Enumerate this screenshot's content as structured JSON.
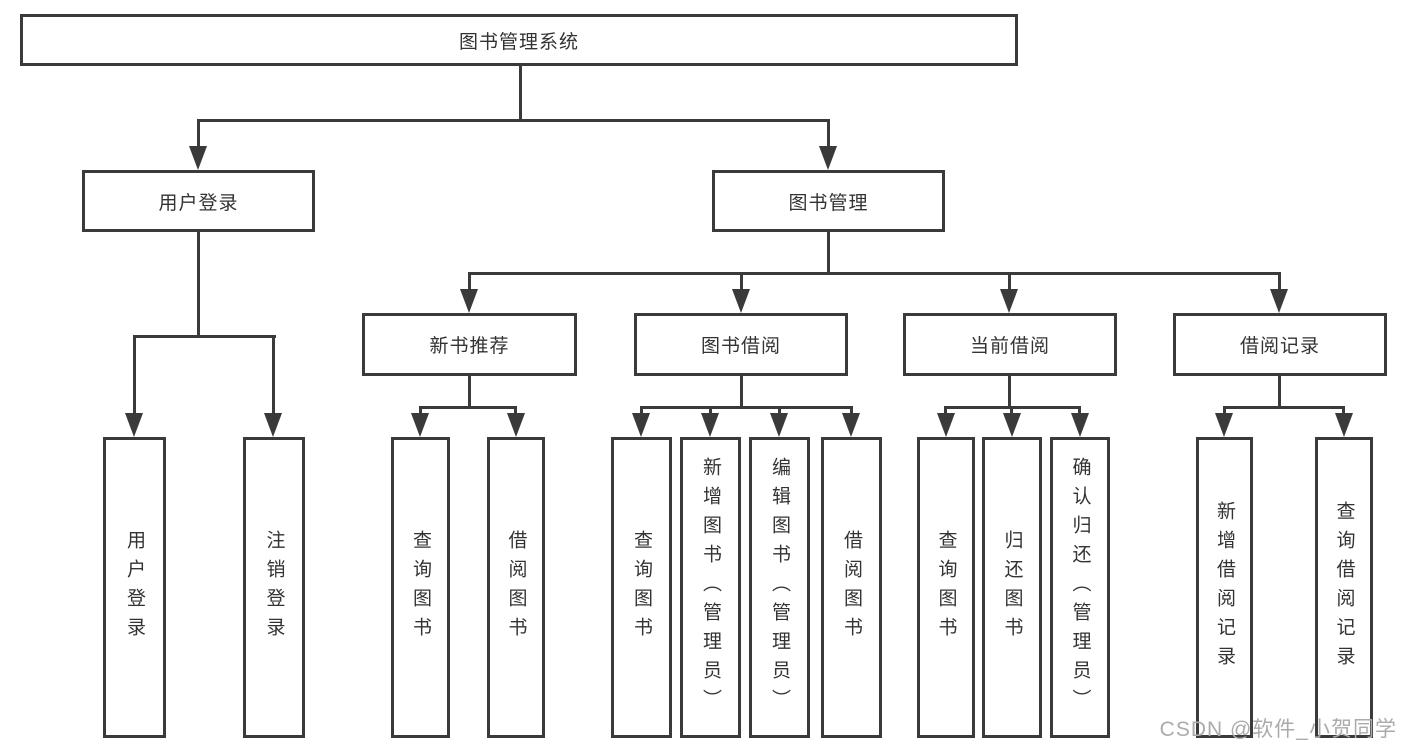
{
  "tree": {
    "label": "图书管理系统",
    "children": [
      {
        "label": "用户登录",
        "children": [
          {
            "label": "用户登录"
          },
          {
            "label": "注销登录"
          }
        ]
      },
      {
        "label": "图书管理",
        "children": [
          {
            "label": "新书推荐",
            "children": [
              {
                "label": "查询图书"
              },
              {
                "label": "借阅图书"
              }
            ]
          },
          {
            "label": "图书借阅",
            "children": [
              {
                "label": "查询图书"
              },
              {
                "label": "新增图书（管理员）"
              },
              {
                "label": "编辑图书（管理员）"
              },
              {
                "label": "借阅图书"
              }
            ]
          },
          {
            "label": "当前借阅",
            "children": [
              {
                "label": "查询图书"
              },
              {
                "label": "归还图书"
              },
              {
                "label": "确认归还（管理员）"
              }
            ]
          },
          {
            "label": "借阅记录",
            "children": [
              {
                "label": "新增借阅记录"
              },
              {
                "label": "查询借阅记录"
              }
            ]
          }
        ]
      }
    ]
  },
  "watermark": {
    "text": "CSDN @软件_小贺同学"
  },
  "colors": {
    "line": "#3a3a3a",
    "text": "#333333",
    "watermark": "#ababab",
    "background": "#ffffff"
  }
}
